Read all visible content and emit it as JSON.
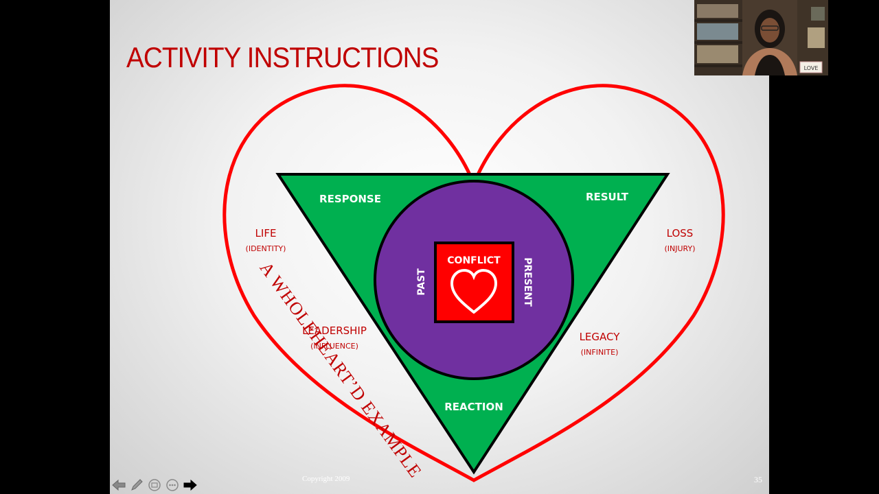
{
  "slide": {
    "title": "ACTIVITY INSTRUCTIONS",
    "diagonal_text": "A WHOLEHEART’D EXAMPLE",
    "copyright": "Copyright 2009",
    "page_number": "35",
    "triangle": {
      "top_left": "RESPONSE",
      "top_right": "RESULT",
      "bottom": "REACTION"
    },
    "circle": {
      "left": "PAST",
      "right": "PRESENT",
      "center": "CONFLICT"
    },
    "outer_labels": {
      "life": {
        "title": "LIFE",
        "subtitle": "(IDENTITY)"
      },
      "loss": {
        "title": "LOSS",
        "subtitle": "(INJURY)"
      },
      "leadership": {
        "title": "LEADERSHIP",
        "subtitle": "(INFLUENCE)"
      },
      "legacy": {
        "title": "LEGACY",
        "subtitle": "(INFINITE)"
      }
    },
    "colors": {
      "heart": "#ff0000",
      "triangle": "#00b050",
      "circle": "#7030a0",
      "title": "#c00000",
      "conflict_box": "#ff0000"
    }
  },
  "webcam": {
    "sign_text": "LOVE"
  },
  "toolbar": {
    "icons": [
      "arrow-left-icon",
      "pen-icon",
      "slides-icon",
      "more-icon",
      "arrow-right-icon"
    ]
  }
}
